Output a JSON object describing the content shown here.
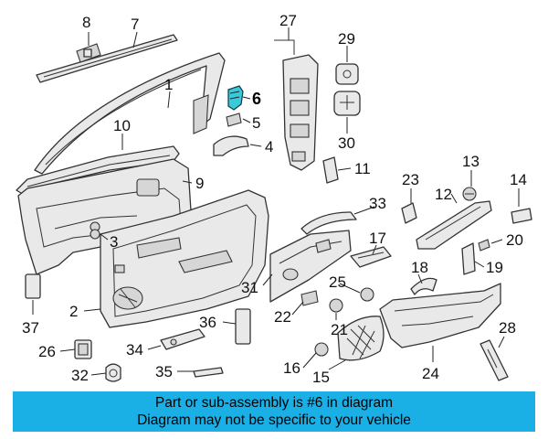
{
  "callouts": {
    "c1": "1",
    "c2": "2",
    "c3": "3",
    "c4": "4",
    "c5": "5",
    "c6": "6",
    "c7": "7",
    "c8": "8",
    "c9": "9",
    "c10": "10",
    "c11": "11",
    "c12": "12",
    "c13": "13",
    "c14": "14",
    "c15": "15",
    "c16": "16",
    "c17": "17",
    "c18": "18",
    "c19": "19",
    "c20": "20",
    "c21": "21",
    "c22": "22",
    "c23": "23",
    "c24": "24",
    "c25": "25",
    "c26": "26",
    "c27": "27",
    "c28": "28",
    "c29": "29",
    "c30": "30",
    "c31": "31",
    "c32": "32",
    "c33": "33",
    "c34": "34",
    "c35": "35",
    "c36": "36",
    "c37": "37"
  },
  "highlighted_part": "6",
  "highlight_color": "#39c9d8",
  "banner": {
    "line1": "Part or sub-assembly is #6 in diagram",
    "line2": "Diagram may not be specific to your vehicle",
    "background": "#1ab0e6"
  }
}
